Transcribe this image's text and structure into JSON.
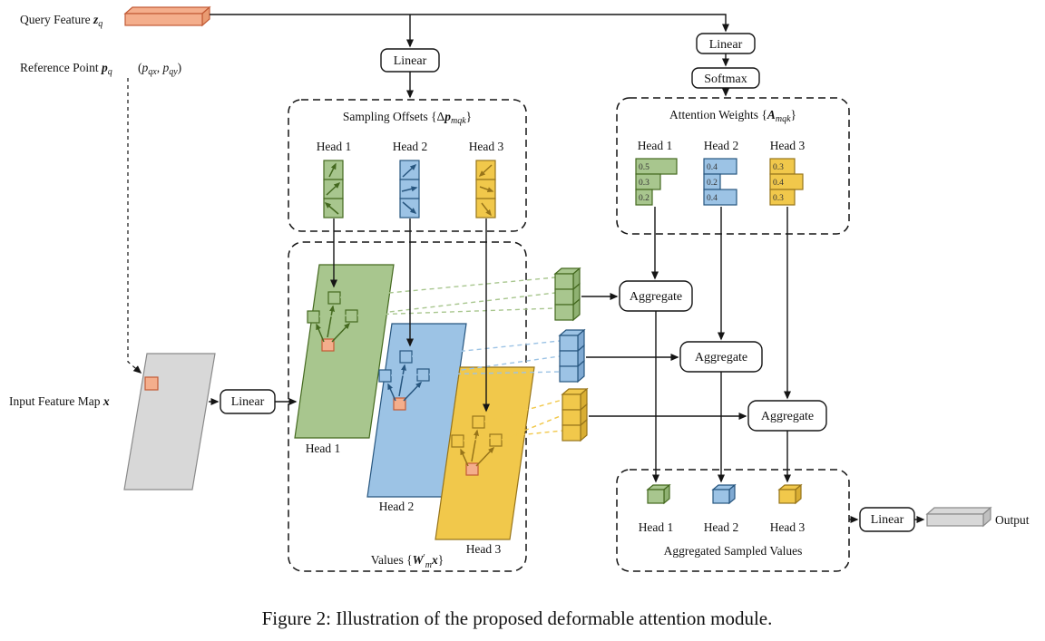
{
  "figure": {
    "caption": "Figure 2: Illustration of the proposed deformable attention module."
  },
  "colors": {
    "orange_fill": "#F4AE8C",
    "orange_stroke": "#C25B36",
    "orange_side": "#E99B72",
    "green_fill": "#A8C68E",
    "green_stroke": "#44691F",
    "green_side": "#8FB172",
    "blue_fill": "#9CC3E5",
    "blue_stroke": "#27567F",
    "blue_side": "#7FA9D2",
    "yellow_fill": "#F1C84B",
    "yellow_stroke": "#97741A",
    "yellow_side": "#D9AE33",
    "gray_fill": "#D8D8D8",
    "gray_stroke": "#8A8A8A",
    "gray_side": "#C0C0C0"
  },
  "texts": {
    "query_feature": {
      "prefix": "Query Feature ",
      "sym": "z",
      "sub": "q"
    },
    "reference_point": {
      "prefix": "Reference Point ",
      "sym": "p",
      "sub": "q"
    },
    "reference_coords": {
      "open": "(",
      "sym1": "p",
      "sub1": "qx",
      "sep": ", ",
      "sym2": "p",
      "sub2": "qy",
      "close": ")"
    },
    "input_feature_map": {
      "prefix": "Input Feature Map ",
      "sym": "x"
    },
    "sampling_offsets": {
      "prefix": "Sampling Offsets {Δ",
      "sym": "p",
      "sub": "mqk",
      "suffix": "}"
    },
    "attention_weights": {
      "prefix": "Attention Weights {",
      "sym": "A",
      "sub": "mqk",
      "suffix": "}"
    },
    "values_label": {
      "prefix": "Values {",
      "sym": "W",
      "prime": "′",
      "sub": "m",
      "sym2": "x",
      "suffix": "}"
    },
    "aggregated_sampled_values": "Aggregated Sampled Values",
    "linear": "Linear",
    "softmax": "Softmax",
    "aggregate": "Aggregate",
    "output": "Output",
    "heads": [
      "Head 1",
      "Head 2",
      "Head 3"
    ]
  },
  "attention": {
    "head1": [
      "0.5",
      "0.3",
      "0.2"
    ],
    "head2": [
      "0.4",
      "0.2",
      "0.4"
    ],
    "head3": [
      "0.3",
      "0.4",
      "0.3"
    ]
  }
}
